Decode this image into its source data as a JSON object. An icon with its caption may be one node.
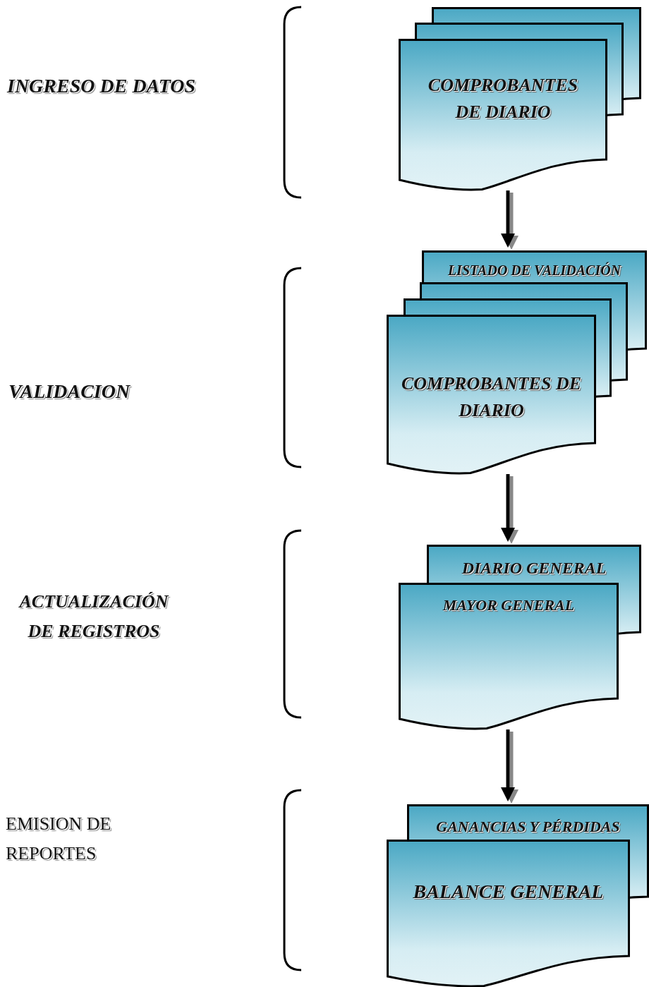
{
  "diagram": {
    "nodes": [
      {
        "text": [
          "COMPROBANTES DE DIARIO"
        ]
      },
      {
        "text": [
          "LISTADO DE VALIDACIÓN",
          "COMPROBANTES DE DIARIO"
        ]
      },
      {
        "text": [
          "DIARIO GENERAL",
          "MAYOR GENERAL"
        ]
      },
      {
        "text": [
          "GANANCIAS Y PÉRDIDAS",
          "BALANCE GENERAL"
        ]
      }
    ],
    "edges": [
      {
        "from": 0,
        "to": 1,
        "arrow": "to"
      },
      {
        "from": 1,
        "to": 2,
        "arrow": "to"
      },
      {
        "from": 2,
        "to": 3,
        "arrow": "to"
      }
    ],
    "labels": [
      "INGRESO DE DATOS",
      "VALIDACION",
      "ACTUALIZACIÓN DE REGISTROS",
      "EMISION DE REPORTES"
    ]
  }
}
